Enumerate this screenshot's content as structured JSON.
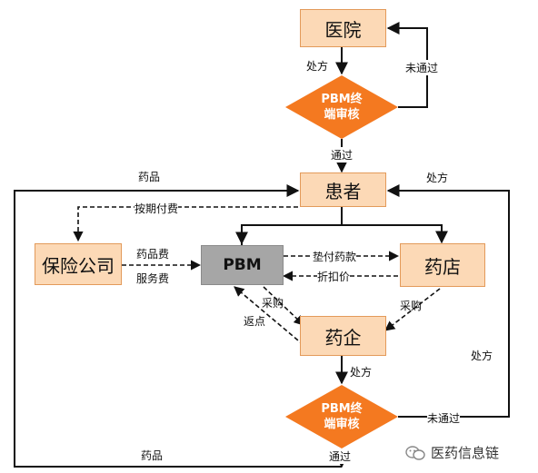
{
  "nodes": {
    "hospital": "医院",
    "patient": "患者",
    "insurer": "保险公司",
    "pbm": "PBM",
    "pharmacy": "药店",
    "pharma": "药企",
    "terminal_top_line1": "PBM终",
    "terminal_top_line2": "端审核",
    "terminal_bottom_line1": "PBM终",
    "terminal_bottom_line2": "端审核"
  },
  "edges": {
    "prescription_top": "处方",
    "not_passed_top": "未通过",
    "passed_top": "通过",
    "drugs_top": "药品",
    "prescription_right_top": "处方",
    "pay_periodically": "按期付费",
    "drug_fee": "药品费",
    "service_fee": "服务费",
    "advance_payment": "垫付药款",
    "discount_price": "折扣价",
    "purchase_left": "采购",
    "rebate": "返点",
    "purchase_right": "采购",
    "prescription_mid": "处方",
    "prescription_right": "处方",
    "not_passed_bottom": "未通过",
    "drugs_bottom": "药品",
    "passed_bottom": "通过"
  },
  "watermark": "医药信息链",
  "colors": {
    "box_fill": "#fcd9b6",
    "box_border": "#e39a5a",
    "diamond": "#f47920",
    "pbm_fill": "#a6a6a6"
  }
}
